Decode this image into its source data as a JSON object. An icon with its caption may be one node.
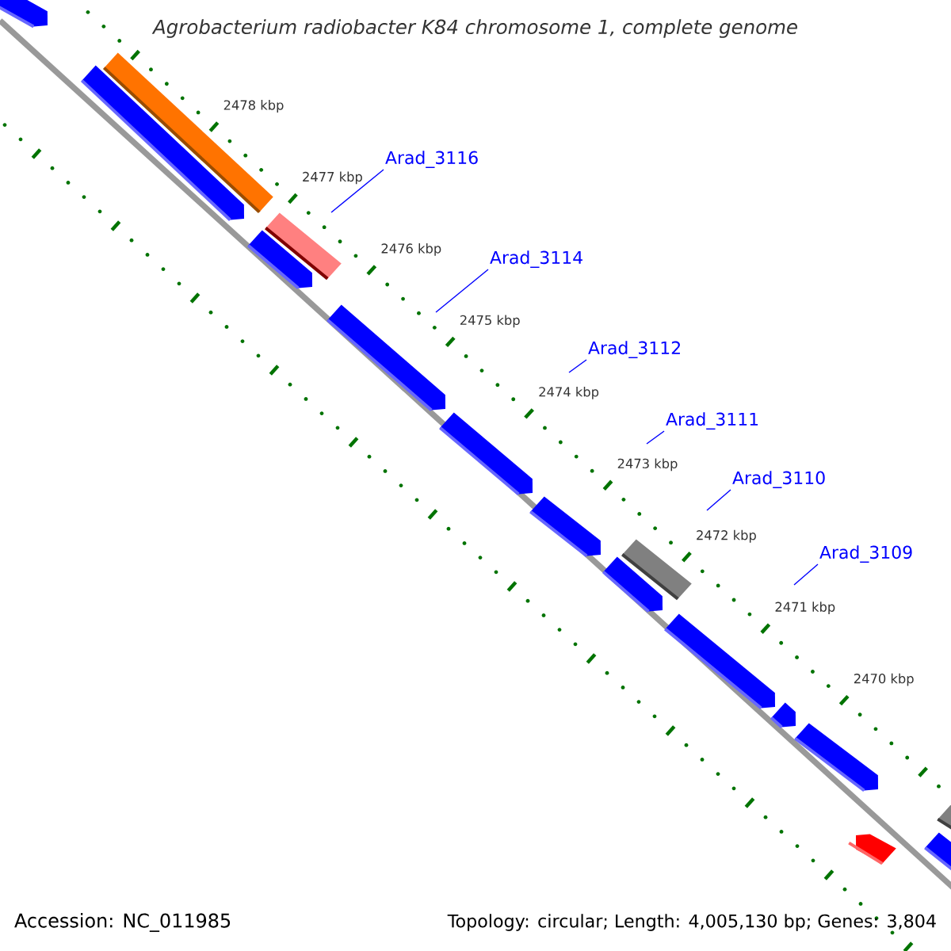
{
  "diagram": {
    "title": "Agrobacterium radiobacter K84 chromosome 1, complete genome",
    "nodes": [
      {
        "text": [
          "Arad_3116"
        ]
      },
      {
        "text": [
          "Arad_3114"
        ]
      },
      {
        "text": [
          "Arad_3112"
        ]
      },
      {
        "text": [
          "Arad_3111"
        ]
      },
      {
        "text": [
          "Arad_3110"
        ]
      },
      {
        "text": [
          "Arad_3109"
        ]
      }
    ],
    "edges": [
      {
        "from": 0,
        "to": null,
        "arrow": "none"
      },
      {
        "from": 1,
        "to": null,
        "arrow": "none"
      },
      {
        "from": 2,
        "to": null,
        "arrow": "none"
      },
      {
        "from": 3,
        "to": null,
        "arrow": "none"
      },
      {
        "from": 4,
        "to": null,
        "arrow": "none"
      },
      {
        "from": 5,
        "to": null,
        "arrow": "none"
      }
    ],
    "labels": [
      "2478 kbp",
      "2477 kbp",
      "2476 kbp",
      "2475 kbp",
      "2474 kbp",
      "2473 kbp",
      "2472 kbp",
      "2471 kbp",
      "2470 kbp",
      "Accession: NC_011985",
      "Topology: circular; Length: 4,005,130 bp; Genes: 3,804"
    ]
  }
}
